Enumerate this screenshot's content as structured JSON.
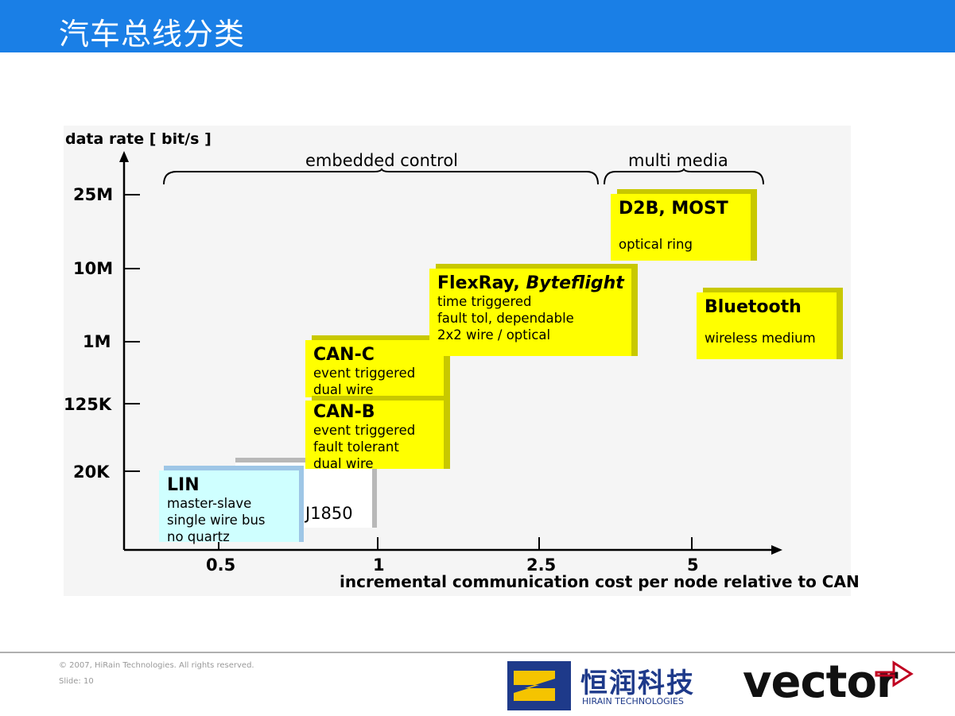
{
  "header": {
    "title": "汽车总线分类"
  },
  "diagram": {
    "y_axis_label": "data rate [ bit/s ]",
    "x_axis_label": "incremental communication cost per node relative to CAN",
    "y_ticks": [
      "25M",
      "10M",
      "1M",
      "125K",
      "20K"
    ],
    "x_ticks": [
      "0.5",
      "1",
      "2.5",
      "5"
    ],
    "groups": [
      {
        "label": "embedded control"
      },
      {
        "label": "multi media"
      }
    ],
    "boxes": {
      "lin": {
        "title": "LIN",
        "lines": [
          "master-slave",
          "single wire bus",
          "no quartz"
        ],
        "color": "#cfffff"
      },
      "j1850": {
        "title": "J1850",
        "color": "#ffffff"
      },
      "can_b": {
        "title": "CAN-B",
        "lines": [
          "event triggered",
          "fault tolerant",
          "dual wire"
        ],
        "color": "#ffff00"
      },
      "can_c": {
        "title": "CAN-C",
        "lines": [
          "event triggered",
          "dual wire"
        ],
        "color": "#ffff00"
      },
      "flexray": {
        "title": "FlexRay, ",
        "title_italic": "Byteflight",
        "lines": [
          "time triggered",
          "fault tol, dependable",
          "2x2 wire / optical"
        ],
        "color": "#ffff00"
      },
      "d2b": {
        "title": "D2B, MOST",
        "lines": [
          "optical ring"
        ],
        "color": "#ffff00"
      },
      "bluetooth": {
        "title": "Bluetooth",
        "lines": [
          "wireless medium"
        ],
        "color": "#ffff00"
      }
    }
  },
  "footer": {
    "copyright": "© 2007, HiRain Technologies. All rights reserved.",
    "slide": "Slide: 10",
    "hirain_cn": "恒润科技",
    "hirain_en": "HIRAIN TECHNOLOGIES",
    "vector": "vector"
  },
  "colors": {
    "title_bar": "#1a7fe6",
    "yellow": "#ffff00",
    "lin": "#cfffff"
  }
}
